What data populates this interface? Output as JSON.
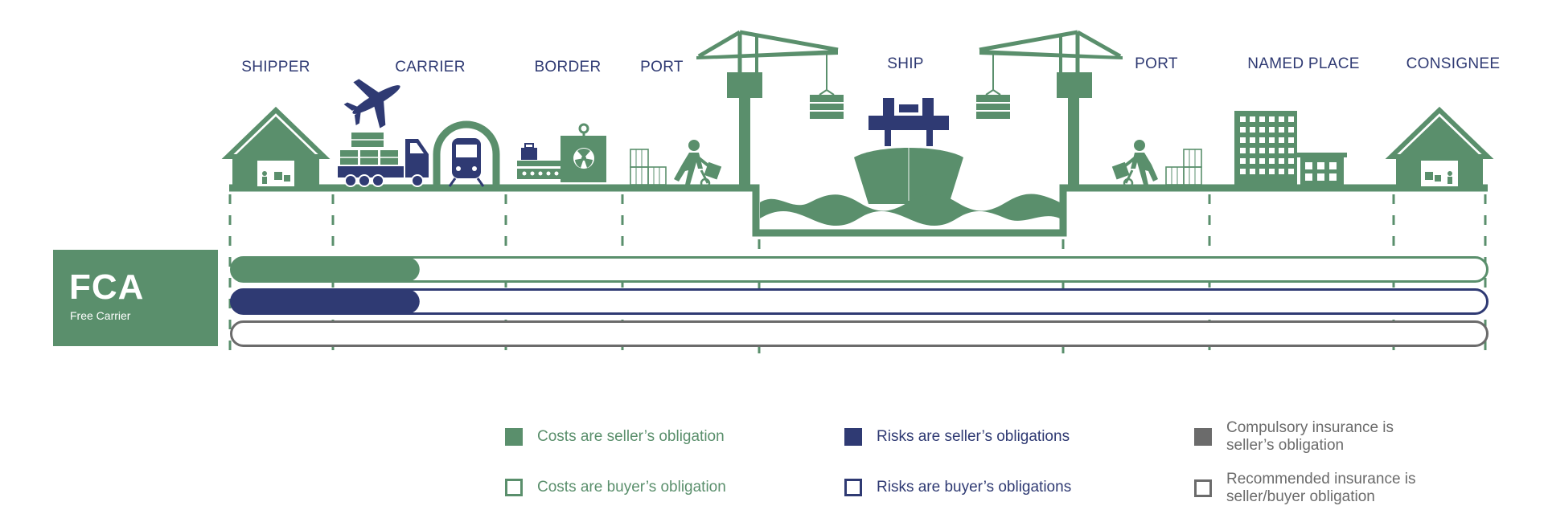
{
  "colors": {
    "seller_costs": "#5a8f6c",
    "risks": "#2f3a73",
    "insurance": "#6b6b6b",
    "ink": "#2f3a73",
    "background": "#ffffff"
  },
  "stages": [
    "SHIPPER",
    "CARRIER",
    "BORDER",
    "PORT",
    "SHIP",
    "PORT",
    "NAMED PLACE",
    "CONSIGNEE"
  ],
  "term": {
    "code": "FCA",
    "name": "Free Carrier"
  },
  "bars": [
    {
      "id": "costs",
      "seller_share": 0.15,
      "color_key": "seller_costs"
    },
    {
      "id": "risks",
      "seller_share": 0.15,
      "color_key": "risks"
    },
    {
      "id": "insurance",
      "seller_share": 0,
      "color_key": "insurance"
    }
  ],
  "legend": [
    {
      "id": "costs-seller",
      "text": "Costs are seller’s obligation",
      "filled": true,
      "color_key": "seller_costs"
    },
    {
      "id": "risks-seller",
      "text": "Risks are seller’s obligations",
      "filled": true,
      "color_key": "risks"
    },
    {
      "id": "insurance-compulsory",
      "text": "Compulsory insurance is seller’s obligation",
      "filled": true,
      "color_key": "insurance"
    },
    {
      "id": "costs-buyer",
      "text": "Costs are buyer’s obligation",
      "filled": false,
      "color_key": "seller_costs"
    },
    {
      "id": "risks-buyer",
      "text": "Risks are buyer’s obligations",
      "filled": false,
      "color_key": "risks"
    },
    {
      "id": "insurance-recommended",
      "text": "Recommended insurance is seller/buyer obligation",
      "filled": false,
      "color_key": "insurance"
    }
  ]
}
